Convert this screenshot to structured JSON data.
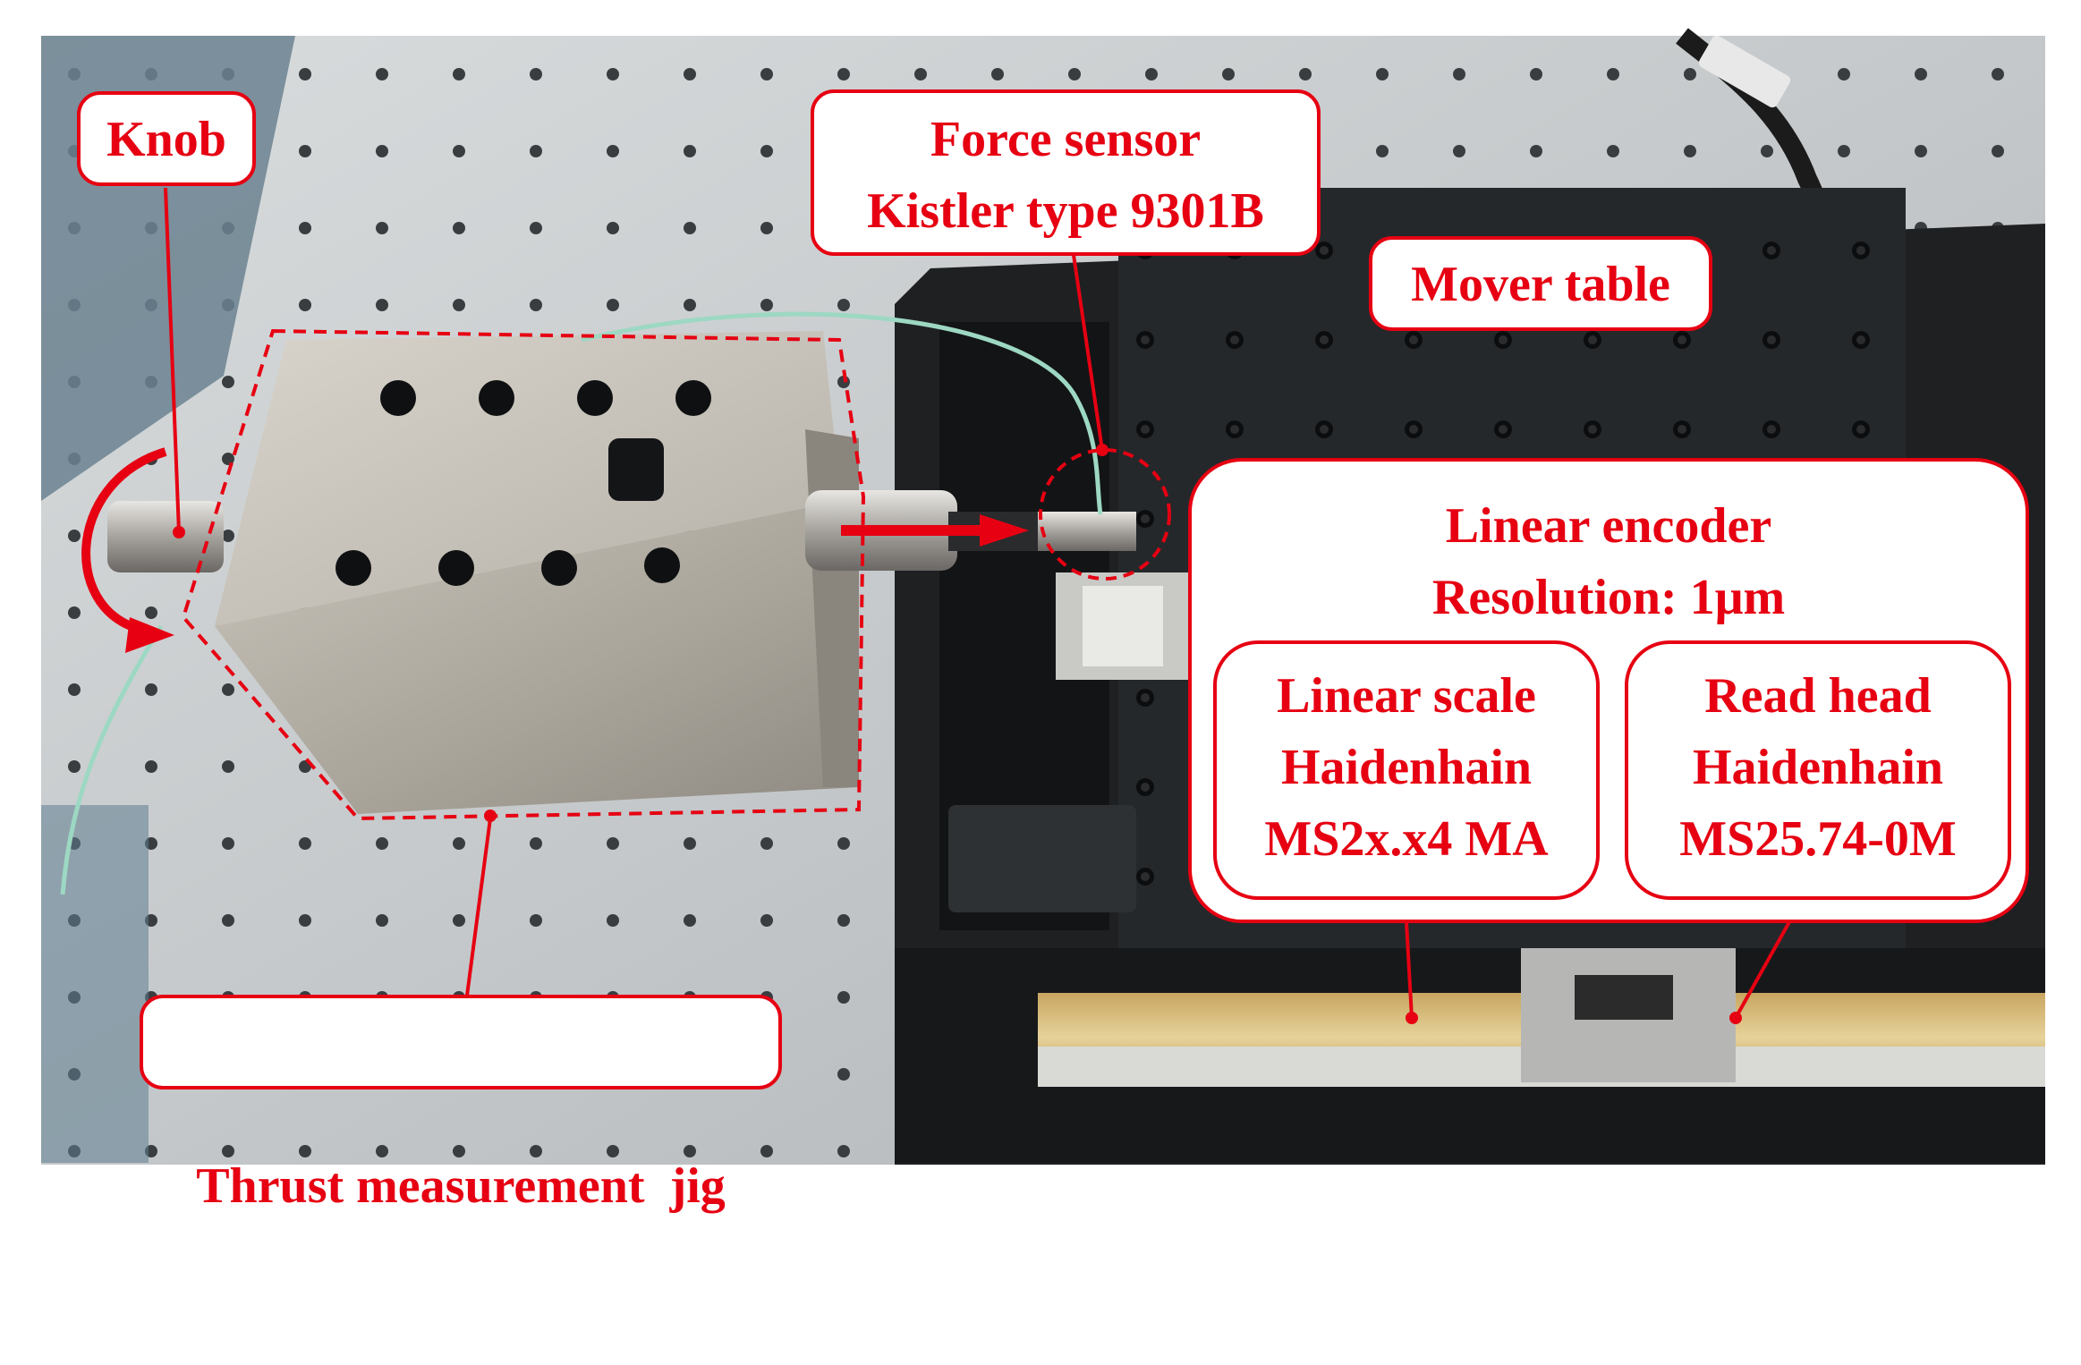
{
  "colors": {
    "label_red": "#e60012",
    "table_grey": "#b9bdbf",
    "stage_black": "#1e2022",
    "jig_steel": "#a9a49c",
    "cable_green": "#9dd8c3"
  },
  "labels": {
    "knob": "Knob",
    "force_sensor": {
      "line1": "Force sensor",
      "line2": "Kistler type 9301B"
    },
    "mover_table": "Mover table",
    "linear_encoder": {
      "line1": "Linear encoder",
      "line2": "Resolution: 1μm",
      "linear_scale": {
        "line1": "Linear scale",
        "line2": "Haidenhain",
        "line3": "MS2x.x4 MA"
      },
      "read_head": {
        "line1": "Read head",
        "line2": "Haidenhain",
        "line3": "MS25.74-0M"
      }
    },
    "thrust_jig": "Thrust measurement  jig"
  }
}
